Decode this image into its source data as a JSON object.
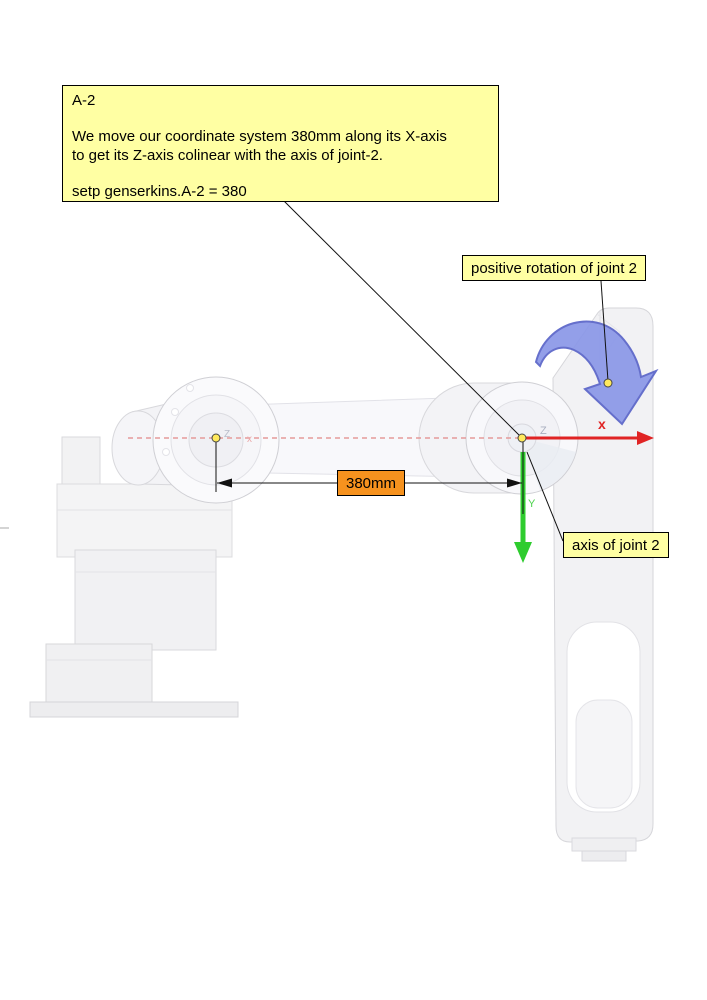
{
  "annotation_box": {
    "title": "A-2",
    "body": "We move our coordinate system 380mm along its X-axis\nto get its Z-axis colinear with the axis of joint-2.",
    "command": "setp genserkins.A-2 = 380"
  },
  "labels": {
    "positive_rotation": "positive rotation of joint 2",
    "dimension": "380mm",
    "axis_of_joint": "axis of joint 2"
  },
  "axis_glyphs": {
    "z_right": "Z",
    "x_right": "x",
    "z_left": "Z",
    "x_left": "x",
    "y_down": "Y"
  },
  "colors": {
    "annotation_bg": "#ffffa3",
    "dimension_bg": "#f6921e",
    "x_axis_red": "#e02424",
    "y_axis_green": "#2ecc2e",
    "rotation_arrow_blue": "#8a97e8",
    "marker_dot_yellow": "#ffe95c"
  }
}
